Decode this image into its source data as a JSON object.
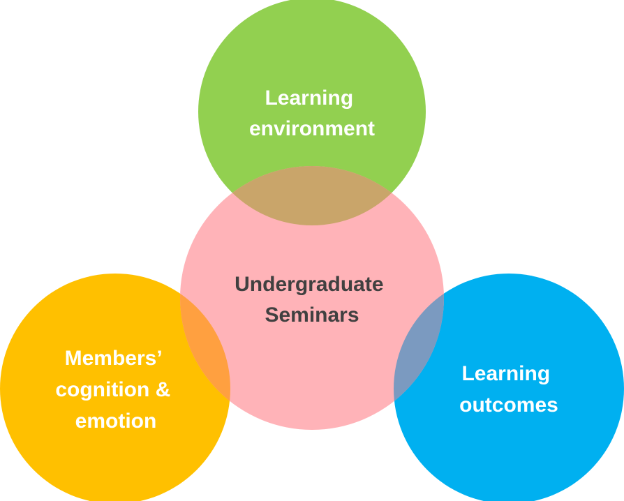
{
  "diagram": {
    "circles": {
      "top": {
        "lines": [
          "Learning",
          "environment"
        ],
        "fill": "#92D050",
        "text_color": "#FFFFFF"
      },
      "center": {
        "lines": [
          "Undergraduate",
          "Seminars"
        ],
        "fill": "#FFB3B8",
        "text_color": "#404040"
      },
      "left": {
        "lines": [
          "Members’",
          "cognition &",
          "emotion"
        ],
        "fill": "#FFC000",
        "text_color": "#FFFFFF"
      },
      "right": {
        "lines": [
          "Learning",
          "outcomes"
        ],
        "fill": "#00B0F0",
        "text_color": "#FFFFFF"
      }
    },
    "overlaps": {
      "top_center": "#C9A56A",
      "left_center": "#FFA040",
      "right_center": "#7B9AC0"
    }
  }
}
